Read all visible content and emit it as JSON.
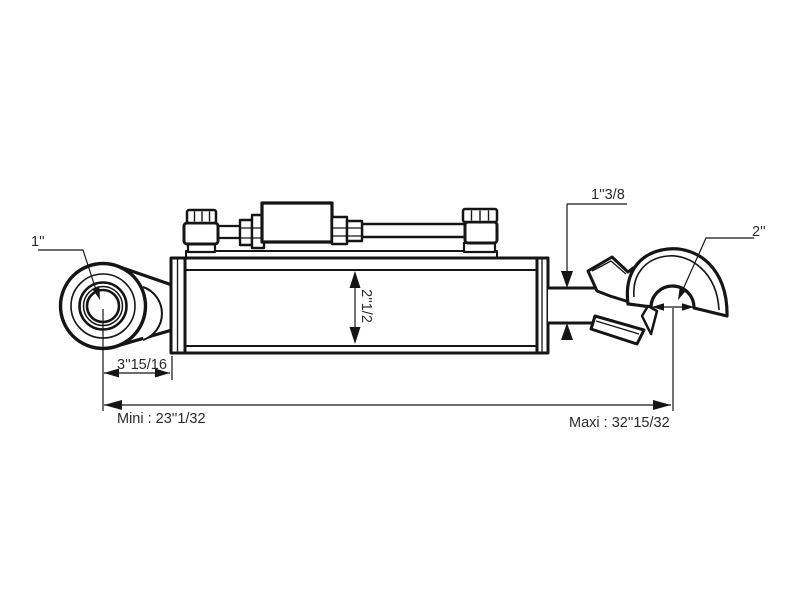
{
  "page": {
    "background": "#ffffff"
  },
  "drawing": {
    "type": "technical-drawing",
    "subject": "hydraulic-top-link-cylinder-side-view",
    "stroke_color": "#151515",
    "text_color": "#2b2b2b",
    "dimensions": {
      "eye_diameter": "1''",
      "eye_center_to_body": "3''15/16",
      "cylinder_bore": "2''1/2",
      "rod_diameter": "1''3/8",
      "hook_opening": "2''",
      "closed_length": "Mini : 23''1/32",
      "extended_length": "Maxi : 32''15/32"
    }
  }
}
